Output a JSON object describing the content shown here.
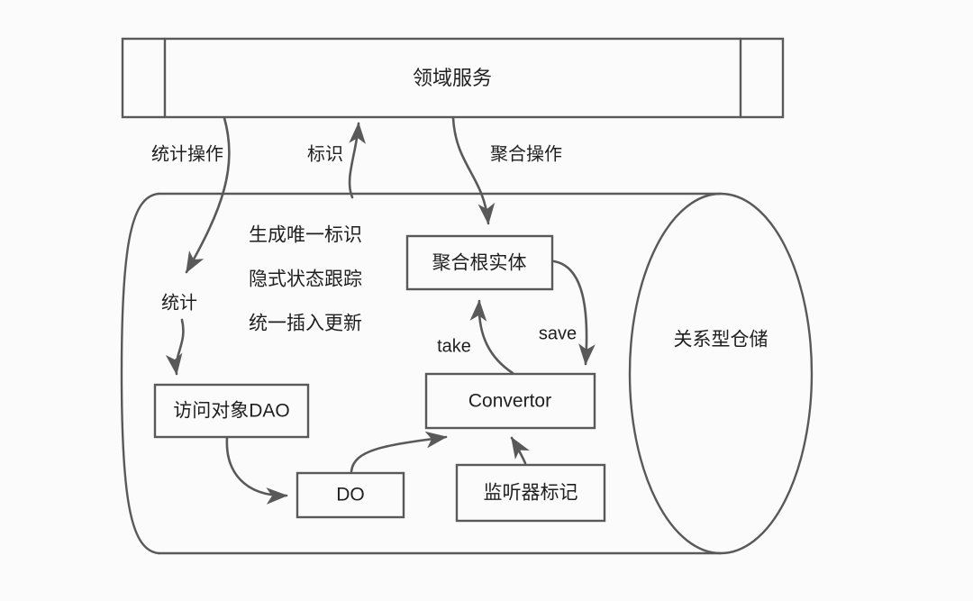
{
  "diagram": {
    "title_bar": {
      "label": "领域服务"
    },
    "edge_labels": {
      "stat_op": "统计操作",
      "identity": "标识",
      "aggregate_op": "聚合操作",
      "stat": "统计",
      "take": "take",
      "save": "save"
    },
    "notes": [
      "生成唯一标识",
      "隐式状态跟踪",
      "统一插入更新"
    ],
    "nodes": {
      "dao": "访问对象DAO",
      "do": "DO",
      "aggregate_root": "聚合根实体",
      "convertor": "Convertor",
      "listener_mark": "监听器标记",
      "store": "关系型仓储"
    },
    "colors": {
      "stroke": "#595959",
      "text": "#1f1f1f",
      "background": "#fbfbfb"
    }
  }
}
